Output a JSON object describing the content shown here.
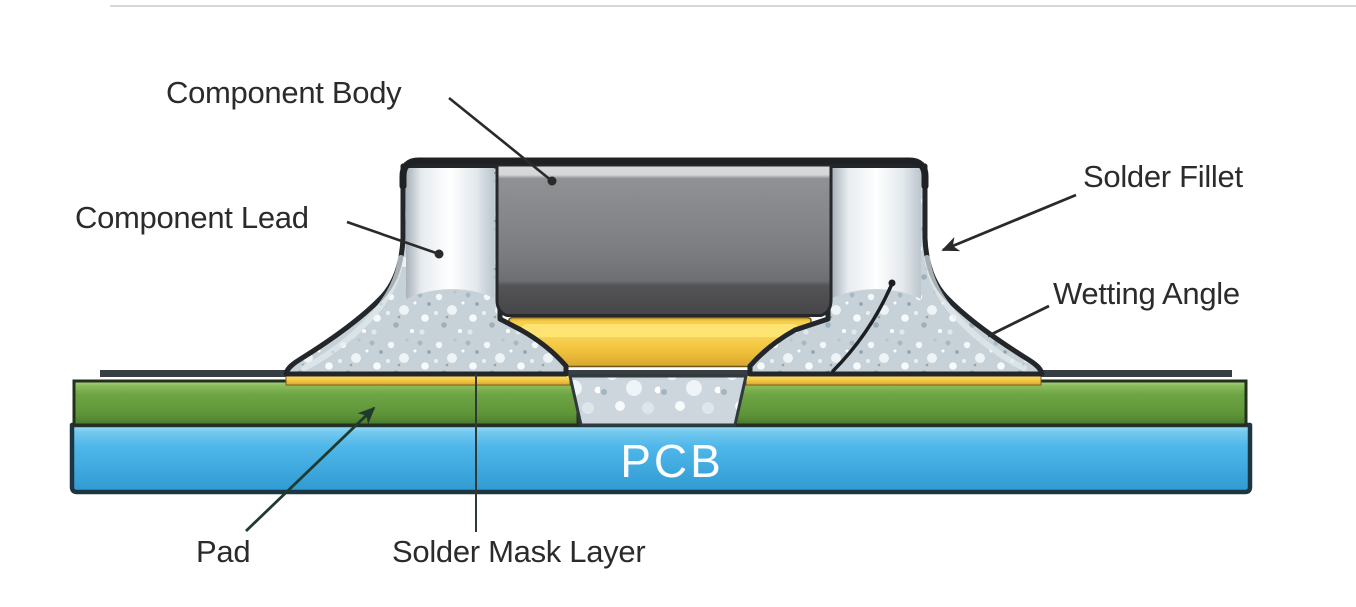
{
  "labels": {
    "component_body": "Component Body",
    "component_lead": "Component Lead",
    "solder_fillet": "Solder Fillet",
    "wetting_angle": "Wetting Angle",
    "pad": "Pad",
    "solder_mask_layer": "Solder Mask Layer",
    "pcb": "PCB"
  },
  "colors": {
    "pcb_substrate_blue": "#49b4e7",
    "solder_mask_green": "#6aa343",
    "pad_copper_yellow": "#f2c53f",
    "component_body_gray": "#7a7b7e",
    "component_lead_silver": "#eef2f5",
    "solder_speckle": "#c9d3da",
    "outline_dark": "#26292c",
    "label_text": "#2b2b2b",
    "background": "#ffffff"
  }
}
